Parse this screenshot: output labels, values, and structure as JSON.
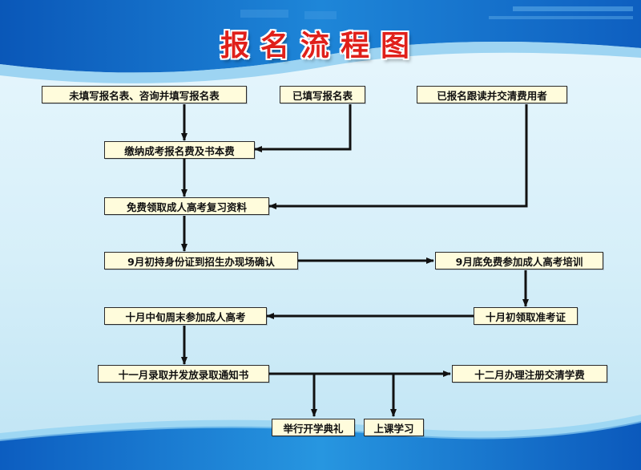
{
  "title": "报名流程图",
  "colors": {
    "title": "#e0201a",
    "box_fill": "#fffcdc",
    "arrow": "#111111",
    "banner": "#1566c8"
  },
  "steps": {
    "not_filled": "未填写报名表、咨询并填写报名表",
    "filled": "已填写报名表",
    "registered_with_fees": "已报名跟读并交清费用者",
    "pay_fees": "缴纳成考报名费及书本费",
    "get_materials": "免费领取成人高考复习资料",
    "confirm_onsite": "9月初持身份证到招生办现场确认",
    "free_training": "9月底免费参加成人高考培训",
    "exam_pass": "十月初领取准考证",
    "take_exam": "十月中旬周末参加成人高考",
    "admission_notice": "十一月录取并发放录取通知书",
    "register_pay": "十二月办理注册交清学费",
    "opening_ceremony": "举行开学典礼",
    "attend_class": "上课学习"
  }
}
